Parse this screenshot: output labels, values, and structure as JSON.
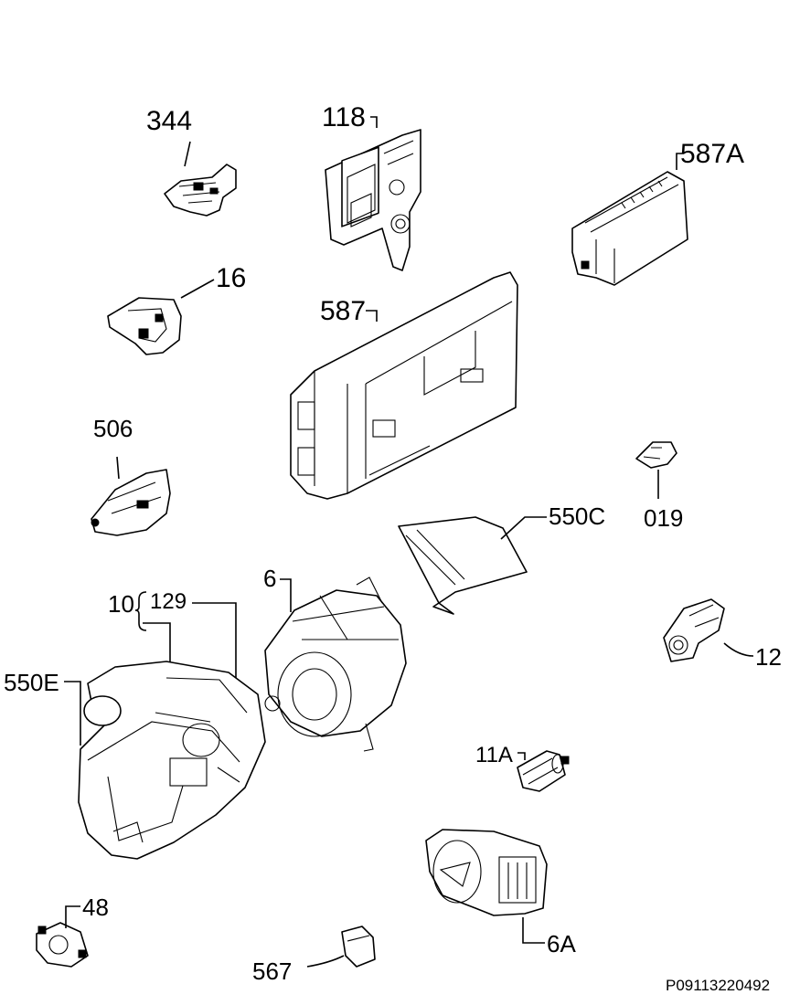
{
  "diagram": {
    "labels": {
      "p344": "344",
      "p118": "118",
      "p587A": "587A",
      "p16": "16",
      "p587": "587",
      "p506": "506",
      "p019": "019",
      "p550C": "550C",
      "p6": "6",
      "p10": "10",
      "p129": "129",
      "p12": "12",
      "p550E": "550E",
      "p11A": "11A",
      "p48": "48",
      "p567": "567",
      "p6A": "6A"
    },
    "code": "P09113220492"
  }
}
